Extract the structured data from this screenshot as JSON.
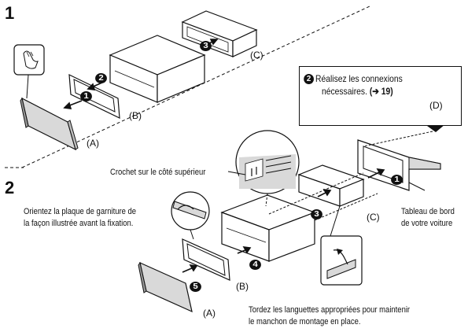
{
  "step1": {
    "number": "1",
    "labels": {
      "a": "(A)",
      "b": "(B)",
      "c": "(C)"
    },
    "markers": {
      "m1": "1",
      "m2": "2",
      "m3": "3"
    }
  },
  "step2": {
    "number": "2",
    "labels": {
      "a": "(A)",
      "b": "(B)",
      "c": "(C)",
      "d": "(D)"
    },
    "markers": {
      "m1": "1",
      "m2": "2",
      "m3": "3",
      "m4": "4",
      "m5": "5"
    },
    "callout": {
      "marker": "2",
      "line1": "Réalisez les connexions",
      "line2_text": "nécessaires.",
      "line2_ref": "(➔ 19)"
    },
    "hook_note": "Crochet sur le côté supérieur",
    "orient_note": {
      "line1": "Orientez la plaque de garniture de",
      "line2": "la façon illustrée avant la fixation."
    },
    "dashboard_note": {
      "line1": "Tableau de bord",
      "line2": "de votre voiture"
    },
    "tabs_note": {
      "line1": "Tordez les languettes appropriées pour maintenir",
      "line2": "le manchon de montage en place."
    }
  },
  "icons": {
    "hand": "hand-press-icon",
    "connector": "wiring-connector-icon",
    "zoom_hook": "hook-zoom-icon",
    "zoom_trim": "trim-plate-zoom-icon",
    "zoom_tab": "bend-tab-zoom-icon"
  },
  "colors": {
    "ink": "#111111",
    "shade": "#d9d9d9",
    "dark_shade": "#9a9a9a"
  }
}
